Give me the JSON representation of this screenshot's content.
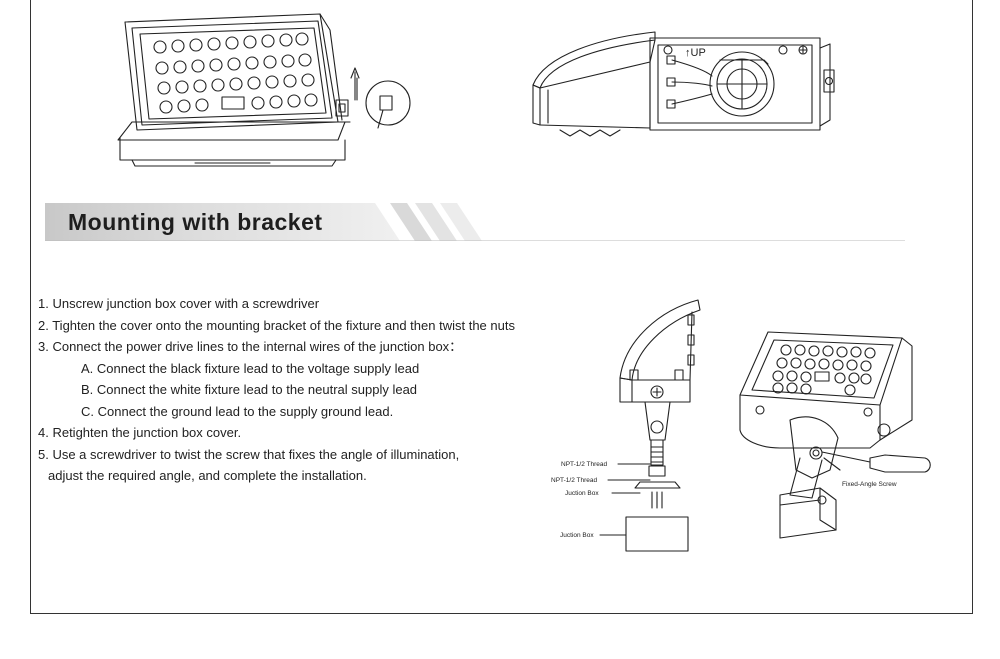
{
  "section": {
    "title": "Mounting  with bracket"
  },
  "steps": [
    "1. Unscrew junction box cover with a screwdriver",
    "2.  Tighten the cover onto the mounting bracket of the fixture and then twist the nuts",
    "3.  Connect the power drive lines to the internal wires of the junction box：",
    "A.  Connect the black fixture lead to the voltage supply lead",
    "B.  Connect the white fixture lead to the neutral supply lead",
    "C.  Connect the ground lead to the supply ground lead.",
    "4.  Retighten the junction box cover.",
    "5. Use a screwdriver to twist the screw that fixes the angle of illumination,",
    "adjust the required angle, and complete the installation."
  ],
  "diagram_labels": {
    "up": "↑UP",
    "npt_thread_1": "NPT-1/2 Thread",
    "npt_thread_2": "NPT-1/2 Thread",
    "junction_box_1": "Juction Box",
    "junction_box_2": "Juction Box",
    "fixed_angle_screw": "Fixed-Angle Screw"
  }
}
